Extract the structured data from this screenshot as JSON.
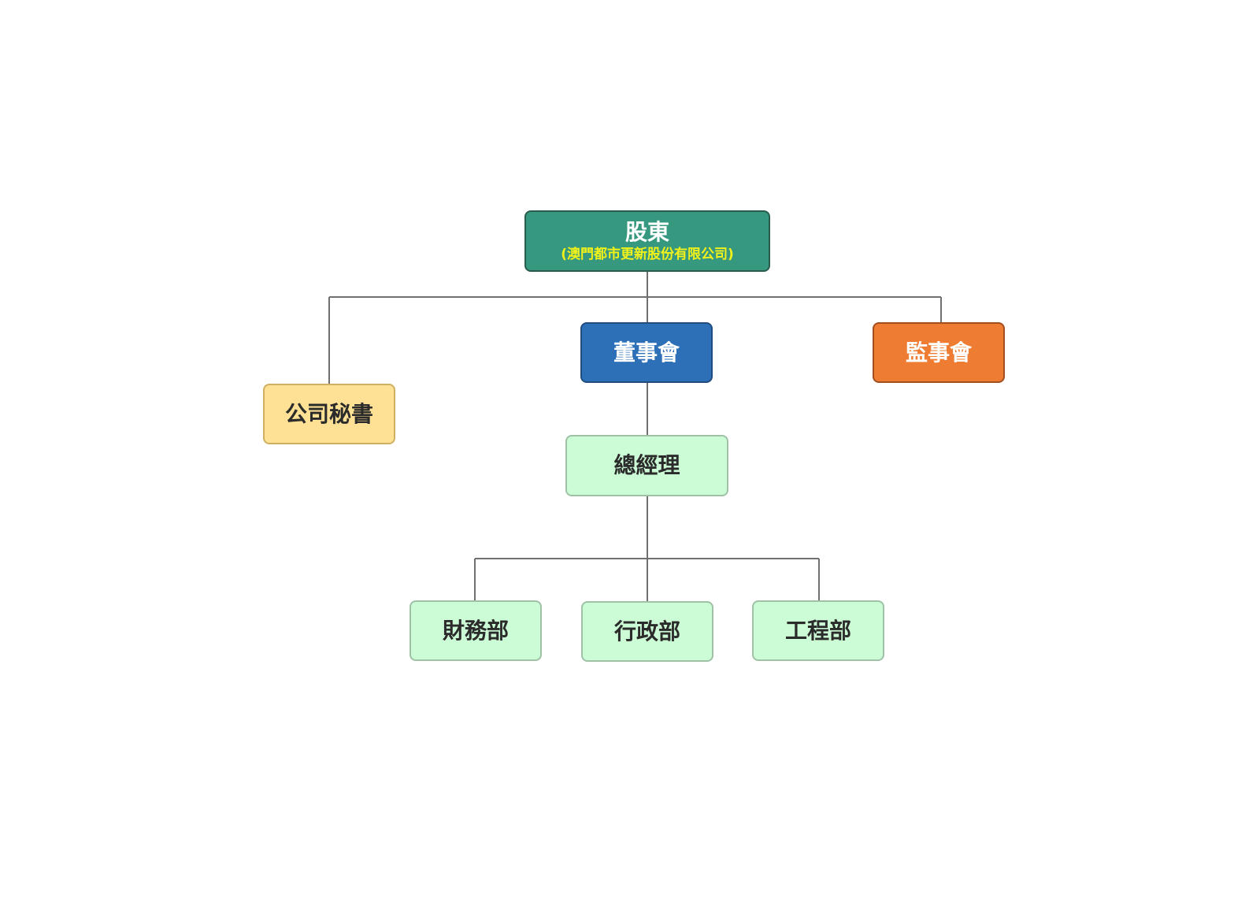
{
  "org_chart": {
    "shareholders": {
      "title": "股東",
      "subtitle": "(澳門都市更新股份有限公司)"
    },
    "board": {
      "title": "董事會"
    },
    "supervisors": {
      "title": "監事會"
    },
    "secretary": {
      "title": "公司秘書"
    },
    "general_manager": {
      "title": "總經理"
    },
    "departments": [
      {
        "title": "財務部"
      },
      {
        "title": "行政部"
      },
      {
        "title": "工程部"
      }
    ]
  },
  "colors": {
    "shareholders_fill": "#36987f",
    "shareholders_subtitle": "#f2f21a",
    "board_fill": "#2e70b8",
    "supervisors_fill": "#ee7d33",
    "secretary_fill": "#ffe195",
    "staff_fill": "#ccfcd6",
    "connector": "#707070"
  }
}
